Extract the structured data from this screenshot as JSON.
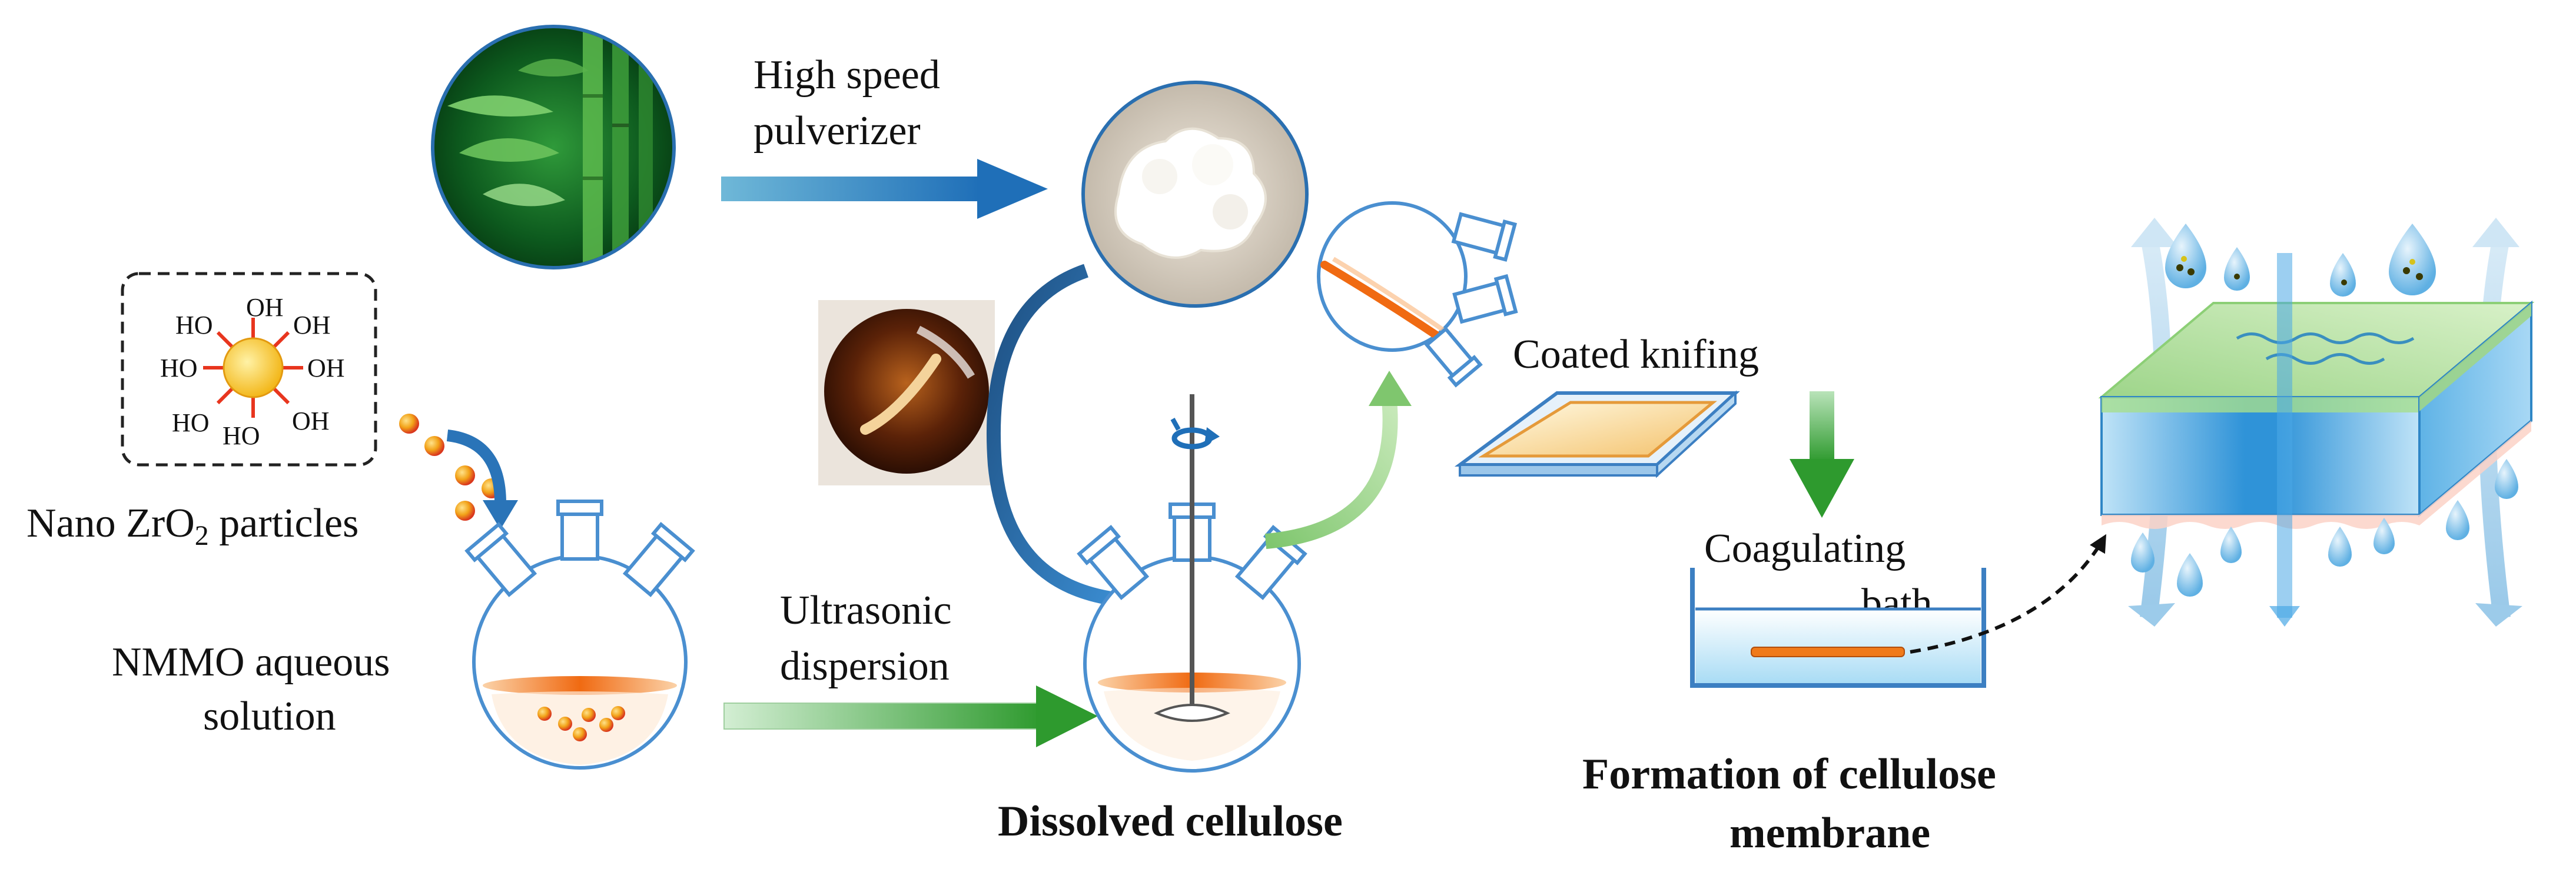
{
  "labels": {
    "high_speed_1": "High speed",
    "high_speed_2": "pulverizer",
    "nano_particles_pre": "Nano ZrO",
    "nano_particles_sub": "2",
    "nano_particles_post": " particles",
    "nmmo_1": "NMMO aqueous",
    "nmmo_2": "solution",
    "ultrasonic_1": "Ultrasonic",
    "ultrasonic_2": "dispersion",
    "coated_knifing": "Coated knifing",
    "coag_1": "Coagulating",
    "coag_2": "bath",
    "dissolved": "Dissolved cellulose",
    "formation_1": "Formation of cellulose",
    "formation_2": "membrane"
  },
  "particle_groups": [
    "OH",
    "OH",
    "OH",
    "OH",
    "HO",
    "HO",
    "HO",
    "HO"
  ],
  "colors": {
    "blue_arrow": "#2f86c6",
    "green_arrow": "#3aa53a",
    "flask_outline": "#4a8fd0",
    "orange": "#f07a1a",
    "zro2_particle": "#f7c93b",
    "membrane_blue": "#4aa8e6",
    "membrane_green": "#a6df8f"
  },
  "icons": [
    "bamboo-image",
    "cellulose-powder-image",
    "dissolved-solution-image",
    "rotation-icon",
    "knife-coating-plate",
    "membrane-block"
  ]
}
